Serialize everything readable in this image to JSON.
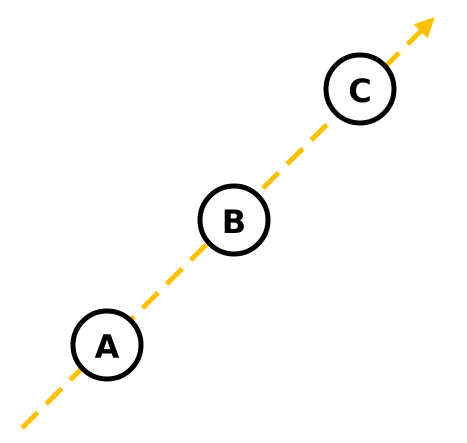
{
  "colors": {
    "arrow": "#FFC000",
    "node_stroke": "#000000",
    "node_fill": "#FFFFFF",
    "label": "#000000",
    "background": "#FFFFFF"
  },
  "nodes": [
    {
      "label": "A"
    },
    {
      "label": "B"
    },
    {
      "label": "C"
    }
  ]
}
